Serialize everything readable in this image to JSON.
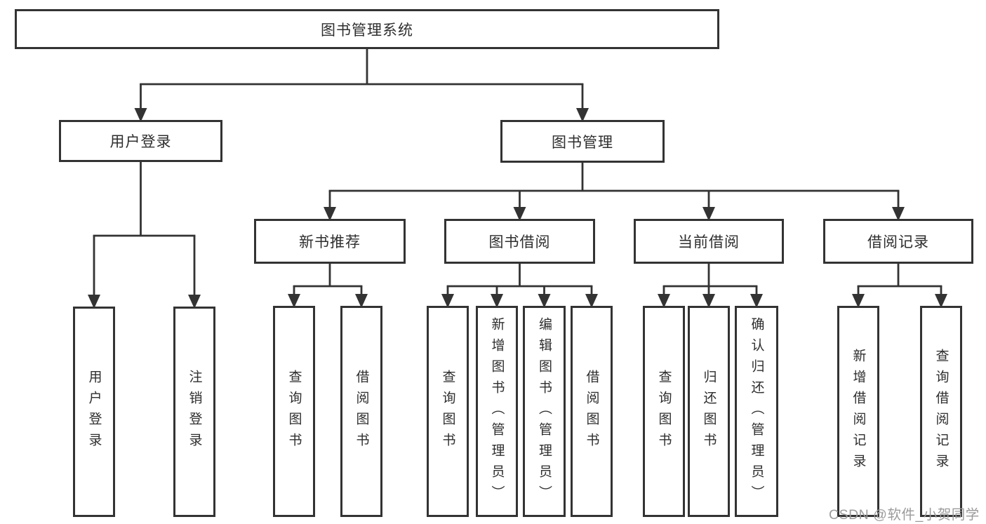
{
  "page": {
    "background": "#ffffff"
  },
  "diagram": {
    "line_color": "#333333",
    "box_border_color": "#333333",
    "text_color": "#2e2e2e",
    "nodes": {
      "root": {
        "label": "图书管理系统"
      },
      "user_login": {
        "label": "用户登录"
      },
      "book_mgmt": {
        "label": "图书管理"
      },
      "new_book_rec": {
        "label": "新书推荐"
      },
      "book_borrow": {
        "label": "图书借阅"
      },
      "current_borrow": {
        "label": "当前借阅"
      },
      "borrow_records": {
        "label": "借阅记录"
      },
      "leaf_user_login": {
        "label": "用户登录"
      },
      "leaf_logout": {
        "label": "注销登录"
      },
      "nbr_query": {
        "label": "查询图书"
      },
      "nbr_borrow": {
        "label": "借阅图书"
      },
      "bb_query": {
        "label": "查询图书"
      },
      "bb_add": {
        "label": "新增图书（管理员）"
      },
      "bb_edit": {
        "label": "编辑图书（管理员）"
      },
      "bb_borrow": {
        "label": "借阅图书"
      },
      "cb_query": {
        "label": "查询图书"
      },
      "cb_return": {
        "label": "归还图书"
      },
      "cb_confirm": {
        "label": "确认归还（管理员）"
      },
      "br_add": {
        "label": "新增借阅记录"
      },
      "br_query": {
        "label": "查询借阅记录"
      }
    },
    "edges": [
      {
        "from": "root",
        "to": [
          "user_login",
          "book_mgmt"
        ]
      },
      {
        "from": "user_login",
        "to": [
          "leaf_user_login",
          "leaf_logout"
        ]
      },
      {
        "from": "book_mgmt",
        "to": [
          "new_book_rec",
          "book_borrow",
          "current_borrow",
          "borrow_records"
        ]
      },
      {
        "from": "new_book_rec",
        "to": [
          "nbr_query",
          "nbr_borrow"
        ]
      },
      {
        "from": "book_borrow",
        "to": [
          "bb_query",
          "bb_add",
          "bb_edit",
          "bb_borrow"
        ]
      },
      {
        "from": "current_borrow",
        "to": [
          "cb_query",
          "cb_return",
          "cb_confirm"
        ]
      },
      {
        "from": "borrow_records",
        "to": [
          "br_add",
          "br_query"
        ]
      }
    ]
  },
  "watermark": {
    "text": "CSDN @软件_小贺同学",
    "color": "#9b9b9b"
  }
}
